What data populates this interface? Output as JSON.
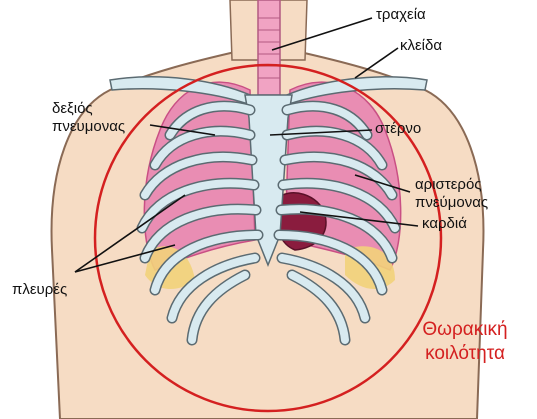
{
  "labels": {
    "trachea": "τραχεία",
    "clavicle": "κλείδα",
    "right_lung_line1": "δεξιός",
    "right_lung_line2": "πνευμονας",
    "sternum": "στέρνο",
    "left_lung_line1": "αριστερός",
    "left_lung_line2": "πνεύμονας",
    "heart": "καρδιά",
    "ribs": "πλευρές"
  },
  "title": {
    "line1": "Θωρακική",
    "line2": "κοιλότητα"
  },
  "colors": {
    "skin": "#f6dcc4",
    "skin_outline": "#8a6a55",
    "lung": "#e98db3",
    "lung_dark": "#c94f84",
    "bone": "#d8eaf0",
    "bone_outline": "#5b6b72",
    "heart": "#8a1c3e",
    "fat": "#f2d27a",
    "circle": "#d42020",
    "leader": "#111111"
  }
}
